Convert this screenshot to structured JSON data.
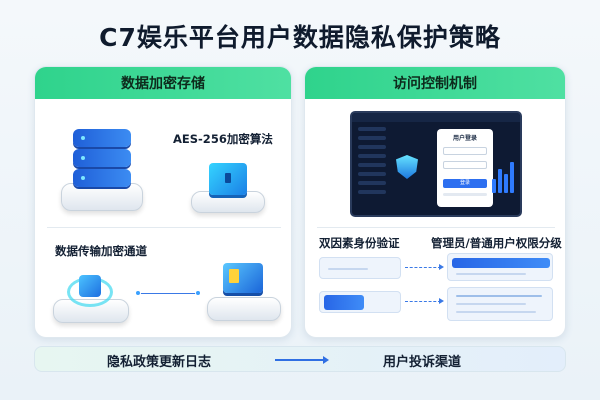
{
  "title": "C7娱乐平台用户数据隐私保护策略",
  "left_panel": {
    "header": "数据加密存储",
    "encryption_label": "AES-256加密算法",
    "transfer_label": "数据传输加密通道"
  },
  "right_panel": {
    "header": "访问控制机制",
    "screen": {
      "login_title": "用户登录",
      "login_button": "登录"
    },
    "two_factor_label": "双因素身份验证",
    "permission_label": "管理员/普通用户权限分级"
  },
  "footer": {
    "left_text": "隐私政策更新日志",
    "right_text": "用户投诉渠道"
  },
  "colors": {
    "header_green": "#2fd38c",
    "accent_blue": "#2866e6",
    "text_dark": "#132033"
  }
}
